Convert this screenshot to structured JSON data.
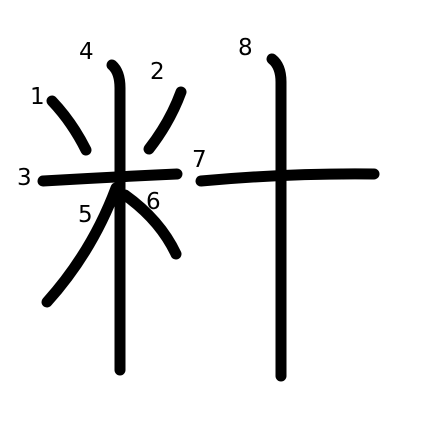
{
  "character": "籿",
  "stroke_color": "#000000",
  "background_color": "#ffffff",
  "stroke_count": 8,
  "stroke_numbers": [
    "1",
    "2",
    "3",
    "4",
    "5",
    "6",
    "7",
    "8"
  ]
}
